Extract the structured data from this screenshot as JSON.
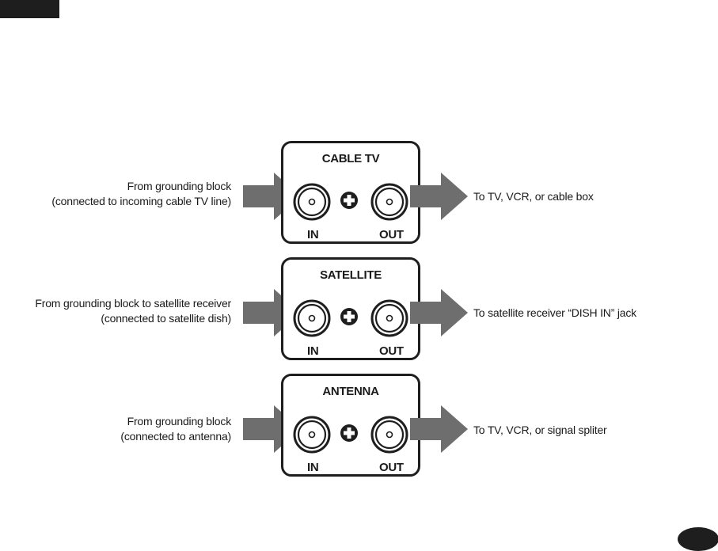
{
  "connections": [
    {
      "title": "CABLE TV",
      "input_label": "IN",
      "output_label": "OUT",
      "from_lines": [
        "From grounding block",
        "(connected to incoming cable TV line)"
      ],
      "to_lines": [
        "To TV, VCR, or cable box"
      ]
    },
    {
      "title": "SATELLITE",
      "input_label": "IN",
      "output_label": "OUT",
      "from_lines": [
        "From grounding block to satellite receiver",
        "(connected to satellite dish)"
      ],
      "to_lines": [
        "To satellite receiver “DISH IN” jack"
      ]
    },
    {
      "title": "ANTENNA",
      "input_label": "IN",
      "output_label": "OUT",
      "from_lines": [
        "From grounding block",
        "(connected to antenna)"
      ],
      "to_lines": [
        "To TV, VCR, or signal spliter"
      ]
    }
  ],
  "colors": {
    "arrow": "#6e6e6e",
    "outline": "#1e1e1e",
    "background": "#ffffff"
  },
  "icons": {
    "arrow": "right-arrow-icon",
    "jack": "coaxial-jack-icon",
    "ground": "plus-icon"
  }
}
